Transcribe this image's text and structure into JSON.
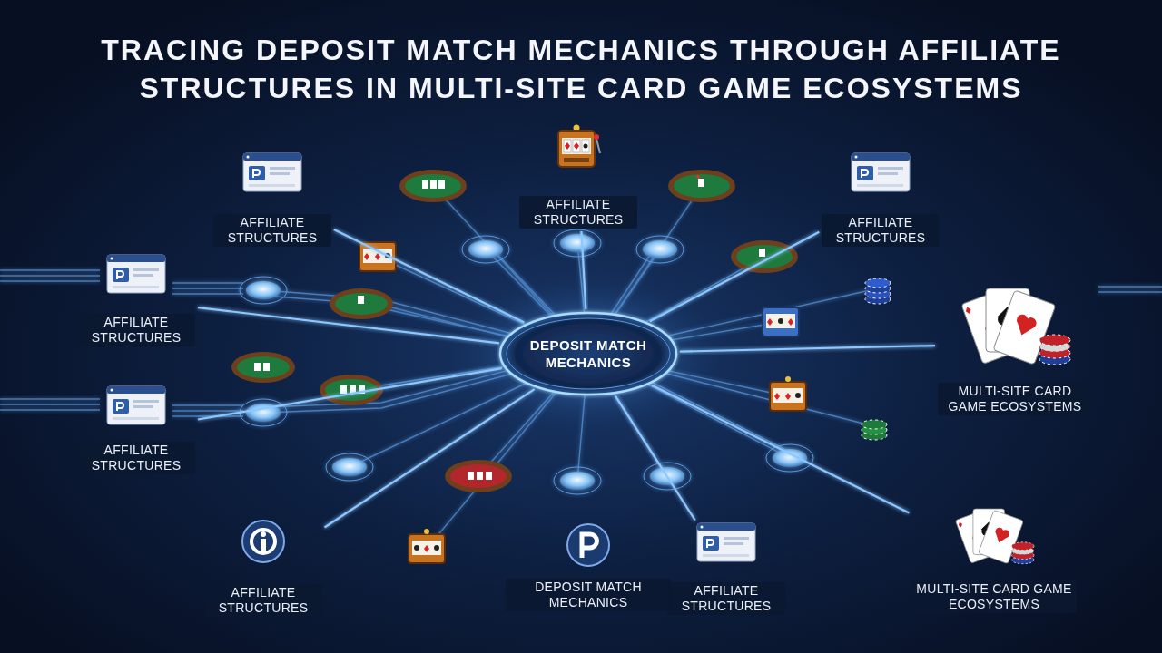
{
  "diagram": {
    "title": "TRACING DEPOSIT MATCH MECHANICS THROUGH AFFILIATE STRUCTURES IN MULTI-SITE CARD GAME ECOSYSTEMS",
    "nodes": [
      {
        "text": [
          "AFFILIATE STRUCTURES"
        ]
      },
      {
        "text": [
          "AFFILIATE STRUCTURES"
        ]
      },
      {
        "text": [
          "AFFILIATE STRUCTURES"
        ]
      },
      {
        "text": [
          "AFFILIATE STRUCTURES"
        ]
      },
      {
        "text": [
          "DEPOSIT MATCH MECHANICS"
        ]
      },
      {
        "text": [
          "MULTI-SITE CARD GAME ECOSYSTEMS"
        ]
      },
      {
        "text": [
          "AFFILIATE STRUCTURES"
        ]
      },
      {
        "text": [
          "AFFILIATE STRUCTURES"
        ]
      },
      {
        "text": [
          "DEPOSIT MATCH MECHANICS"
        ]
      },
      {
        "text": [
          "AFFILIATE STRUCTURES"
        ]
      },
      {
        "text": [
          "MULTI-SITE CARD GAME ECOSYSTEMS"
        ]
      }
    ],
    "edges": [
      {
        "from": 4,
        "to": 0,
        "arrow": "none"
      },
      {
        "from": 4,
        "to": 1,
        "arrow": "none"
      },
      {
        "from": 4,
        "to": 2,
        "arrow": "none"
      },
      {
        "from": 4,
        "to": 3,
        "arrow": "none"
      },
      {
        "from": 4,
        "to": 5,
        "arrow": "none"
      },
      {
        "from": 4,
        "to": 6,
        "arrow": "none"
      },
      {
        "from": 4,
        "to": 7,
        "arrow": "none"
      },
      {
        "from": 4,
        "to": 8,
        "arrow": "none"
      },
      {
        "from": 4,
        "to": 9,
        "arrow": "none"
      },
      {
        "from": 4,
        "to": 10,
        "arrow": "none"
      }
    ]
  }
}
